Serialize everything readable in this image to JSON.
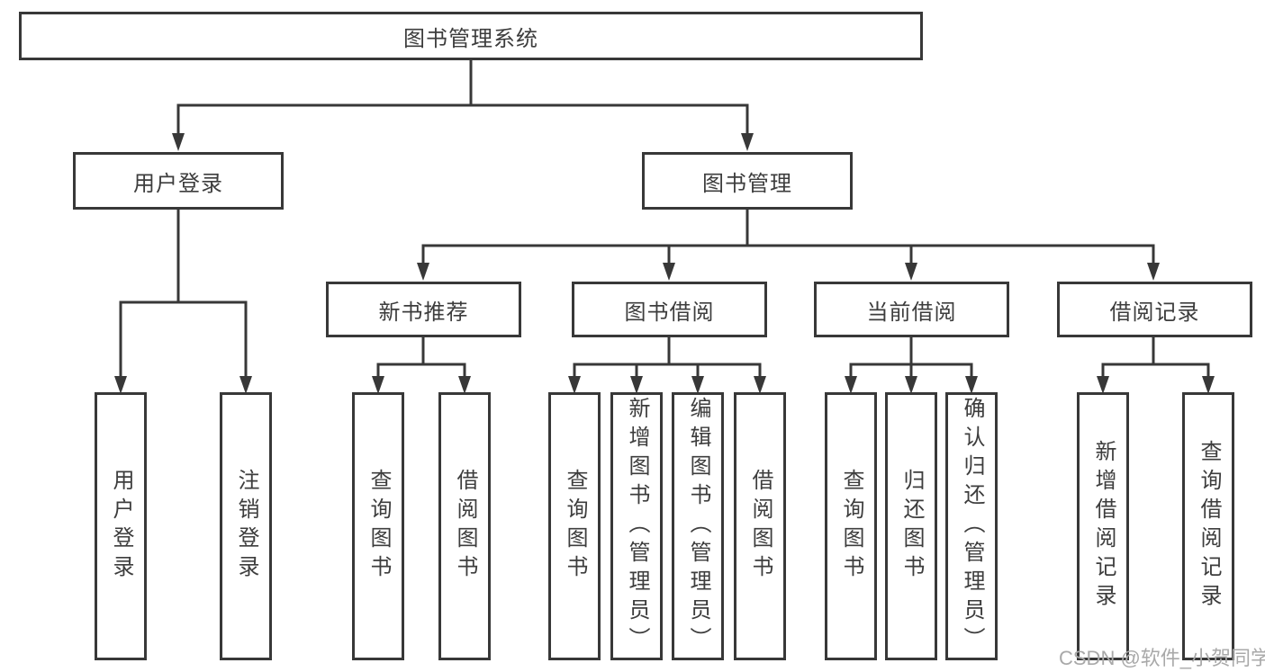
{
  "tree": {
    "root": {
      "label": "图书管理系统"
    },
    "branches": [
      {
        "label": "用户登录",
        "children": [
          {
            "label": "用户登录"
          },
          {
            "label": "注销登录"
          }
        ]
      },
      {
        "label": "图书管理",
        "children": [
          {
            "label": "新书推荐",
            "children": [
              {
                "label": "查询图书"
              },
              {
                "label": "借阅图书"
              }
            ]
          },
          {
            "label": "图书借阅",
            "children": [
              {
                "label": "查询图书"
              },
              {
                "label": "新增图书（管理员）"
              },
              {
                "label": "编辑图书（管理员）"
              },
              {
                "label": "借阅图书"
              }
            ]
          },
          {
            "label": "当前借阅",
            "children": [
              {
                "label": "查询图书"
              },
              {
                "label": "归还图书"
              },
              {
                "label": "确认归还（管理员）"
              }
            ]
          },
          {
            "label": "借阅记录",
            "children": [
              {
                "label": "新增借阅记录"
              },
              {
                "label": "查询借阅记录"
              }
            ]
          }
        ]
      }
    ]
  },
  "watermark": {
    "text": "CSDN @软件_小贺同学"
  },
  "colors": {
    "line": "#383838",
    "text": "#3d3d3d",
    "bg": "#ffffff",
    "watermark": "#a9a9a9"
  }
}
